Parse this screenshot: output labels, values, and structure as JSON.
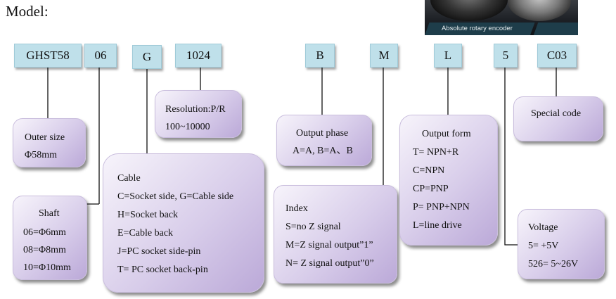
{
  "title": "Model:",
  "photo_caption": "Absolute rotary encoder",
  "codes": [
    {
      "id": "outer",
      "label": "GHST58"
    },
    {
      "id": "shaft",
      "label": "06"
    },
    {
      "id": "cable",
      "label": "G"
    },
    {
      "id": "res",
      "label": "1024"
    },
    {
      "id": "phase",
      "label": "B"
    },
    {
      "id": "index",
      "label": "M"
    },
    {
      "id": "form",
      "label": "L"
    },
    {
      "id": "volt",
      "label": "5"
    },
    {
      "id": "special",
      "label": "C03"
    }
  ],
  "boxes": {
    "outer_size": {
      "lines": [
        "Outer size",
        "Φ58mm"
      ]
    },
    "shaft": {
      "lines": [
        "Shaft",
        "06=Φ6mm",
        "08=Φ8mm",
        "10=Φ10mm"
      ]
    },
    "cable": {
      "lines": [
        "Cable",
        "C=Socket side, G=Cable side",
        "H=Socket back",
        "E=Cable back",
        "J=PC socket side-pin",
        "T= PC socket back-pin"
      ]
    },
    "resolution": {
      "lines": [
        "Resolution:P/R",
        "100~10000"
      ]
    },
    "output_phase": {
      "lines": [
        "Output phase",
        "A=A, B=A、B"
      ]
    },
    "index": {
      "lines": [
        "Index",
        "S=no Z signal",
        "M=Z signal output”1”",
        "N= Z signal output”0”"
      ]
    },
    "output_form": {
      "lines": [
        "Output form",
        "T= NPN+R",
        "C=NPN",
        "CP=PNP",
        "P= PNP+NPN",
        "L=line drive"
      ]
    },
    "special_code": {
      "lines": [
        "Special code"
      ]
    },
    "voltage": {
      "lines": [
        "Voltage",
        "5= +5V",
        "526= 5~26V"
      ]
    }
  }
}
